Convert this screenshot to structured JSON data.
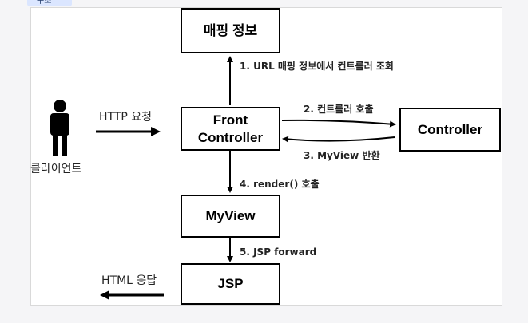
{
  "header": {
    "tab_label": "구조"
  },
  "boxes": {
    "mapping": "매핑 정보",
    "front_line1": "Front",
    "front_line2": "Controller",
    "controller": "Controller",
    "myview": "MyView",
    "jsp": "JSP"
  },
  "actor": {
    "label": "클라이언트"
  },
  "arrows": {
    "http_request": "HTTP 요청",
    "step1": "1. URL 매핑 정보에서 컨트롤러 조회",
    "step2": "2. 컨트롤러 호출",
    "step3": "3. MyView 반환",
    "step4": "4. render() 호출",
    "step5": "5. JSP forward",
    "html_response": "HTML 응답"
  }
}
